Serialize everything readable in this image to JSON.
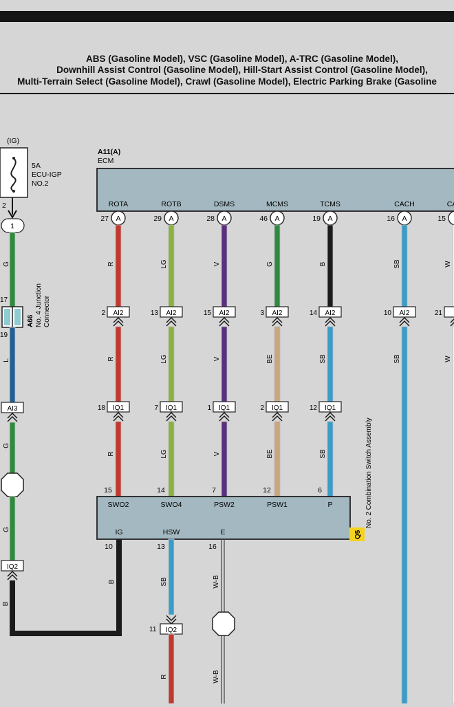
{
  "title": {
    "line1": "ABS (Gasoline Model), VSC (Gasoline Model), A-TRC (Gasoline Model),",
    "line2": "Downhill Assist Control (Gasoline Model), Hill-Start Assist Control (Gasoline Model),",
    "line3": "Multi-Terrain Select (Gasoline Model), Crawl (Gasoline Model), Electric Parking Brake (Gasoline"
  },
  "fuse": {
    "ig": "(IG)",
    "amp": "5A",
    "name1": "ECU-IGP",
    "name2": "NO.2",
    "pin": "2"
  },
  "connector_1": "1",
  "junction": {
    "pin_top": "17",
    "pin_bottom": "19",
    "code": "A66",
    "name1": "No. 4 Junction",
    "name2": "Connector"
  },
  "ecm": {
    "code": "A11(A)",
    "name": "ECM"
  },
  "ecm_terminals": [
    "ROTA",
    "ROTB",
    "DSMS",
    "MCMS",
    "TCMS",
    "CACH",
    "CA"
  ],
  "ecm_pins": [
    {
      "num": "27",
      "letter": "A"
    },
    {
      "num": "29",
      "letter": "A"
    },
    {
      "num": "28",
      "letter": "A"
    },
    {
      "num": "46",
      "letter": "A"
    },
    {
      "num": "19",
      "letter": "A"
    },
    {
      "num": "16",
      "letter": "A"
    },
    {
      "num": "15",
      "letter": ""
    }
  ],
  "wire_labels": {
    "left_g1": "G",
    "left_l": "L",
    "left_g2": "G",
    "left_g3": "G",
    "left_b": "B",
    "ig_b": "B",
    "hsw_sb": "SB",
    "hsw_r": "R",
    "e_wb1": "W-B",
    "e_wb2": "W-B",
    "upper": [
      "R",
      "LG",
      "V",
      "G",
      "B",
      "SB",
      "W"
    ],
    "middle": [
      "R",
      "LG",
      "V",
      "BE",
      "SB",
      "SB",
      "W"
    ],
    "lower": [
      "R",
      "LG",
      "V",
      "BE",
      "SB"
    ]
  },
  "ai2_connectors": [
    {
      "pin": "2",
      "label": "AI2"
    },
    {
      "pin": "13",
      "label": "AI2"
    },
    {
      "pin": "15",
      "label": "AI2"
    },
    {
      "pin": "3",
      "label": "AI2"
    },
    {
      "pin": "14",
      "label": "AI2"
    },
    {
      "pin": "10",
      "label": "AI2"
    },
    {
      "pin": "21",
      "label": ""
    }
  ],
  "ai3_label": "AI3",
  "iq1_connectors": [
    {
      "pin": "18",
      "label": "IQ1"
    },
    {
      "pin": "7",
      "label": "IQ1"
    },
    {
      "pin": "1",
      "label": "IQ1"
    },
    {
      "pin": "2",
      "label": "IQ1"
    },
    {
      "pin": "12",
      "label": "IQ1"
    }
  ],
  "iq2_left": "IQ2",
  "iq2_bottom": {
    "pin": "11",
    "label": "IQ2"
  },
  "switch": {
    "name": "No. 2 Combination Switch Assembly",
    "code": "Q5",
    "top_pins": [
      "15",
      "14",
      "7",
      "12",
      "6"
    ],
    "top_terms": [
      "SWO2",
      "SWO4",
      "PSW2",
      "PSW1",
      "P"
    ],
    "bottom_pins": [
      "10",
      "13",
      "16"
    ],
    "bottom_terms": [
      "IG",
      "HSW",
      "E"
    ]
  },
  "colors": {
    "R": "#c0392f",
    "LG": "#8bb23f",
    "V": "#5b2f7d",
    "G": "#2f8a3f",
    "B": "#1b1b1b",
    "SB": "#3b9cc8",
    "BE": "#c8a67e",
    "L": "#245f93",
    "W": "#f4f4f4",
    "box": "#a3b8c0"
  }
}
